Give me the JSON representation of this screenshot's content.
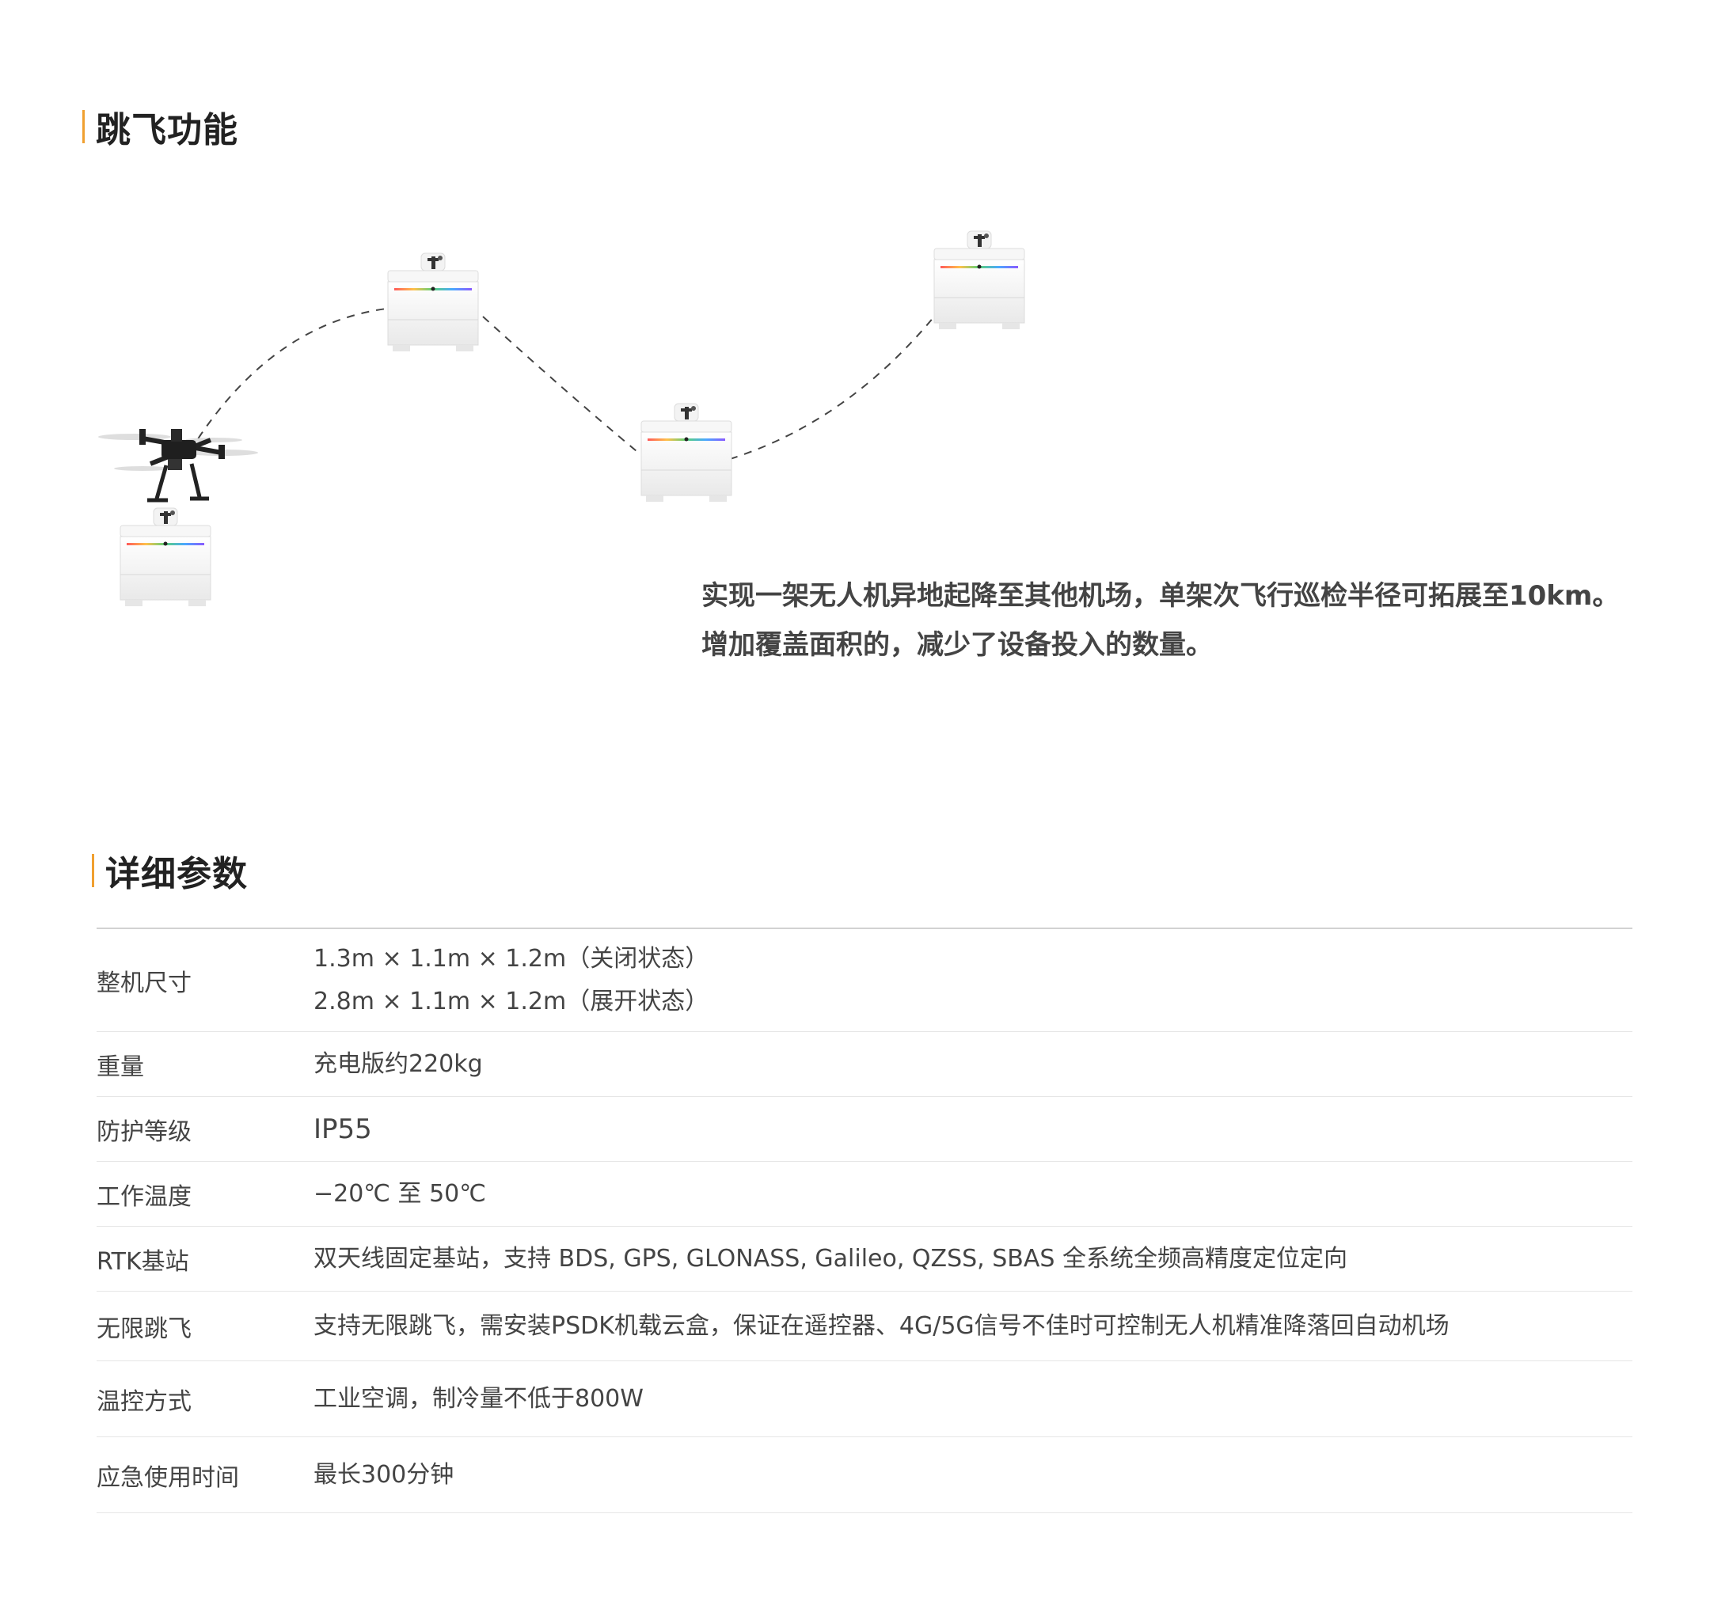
{
  "hop_section": {
    "title": "跳飞功能",
    "description": [
      "实现一架无人机异地起降至其他机场，单架次飞行巡检半径可拓展至10km。",
      "增加覆盖面积的，减少了设备投入的数量。"
    ]
  },
  "params_section": {
    "title": "详细参数",
    "rows": [
      {
        "label": "整机尺寸",
        "values": [
          "1.3m × 1.1m × 1.2m（关闭状态）",
          "2.8m × 1.1m × 1.2m（展开状态）"
        ]
      },
      {
        "label": "重量",
        "values": [
          "充电版约220kg"
        ]
      },
      {
        "label": "防护等级",
        "values": [
          "IP55"
        ]
      },
      {
        "label": "工作温度",
        "values": [
          "−20℃ 至 50℃"
        ]
      },
      {
        "label": "RTK基站",
        "values": [
          "双天线固定基站，支持 BDS, GPS, GLONASS, Galileo, QZSS, SBAS 全系统全频高精度定位定向"
        ]
      },
      {
        "label": "无限跳飞",
        "values": [
          "支持无限跳飞，需安装PSDK机载云盒，保证在遥控器、4G/5G信号不佳时可控制无人机精准降落回自动机场"
        ]
      },
      {
        "label": "温控方式",
        "values": [
          "工业空调，制冷量不低于800W"
        ]
      },
      {
        "label": "应急使用时间",
        "values": [
          "最长300分钟"
        ]
      }
    ]
  },
  "colors": {
    "accent": "#f0a030",
    "text": "#444444",
    "rule": "#d2d2d2"
  }
}
